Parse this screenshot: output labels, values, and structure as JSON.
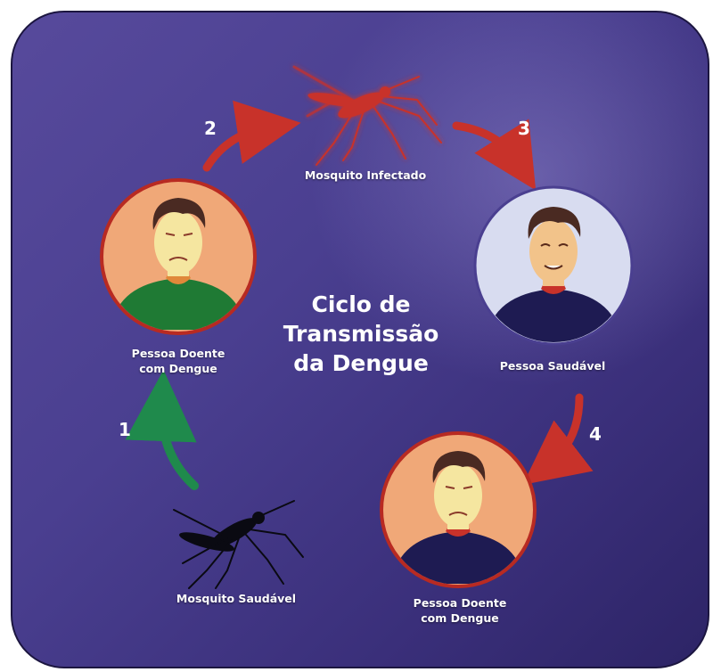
{
  "title": {
    "line1": "Ciclo de",
    "line2": "Transmissão",
    "line3": "da Dengue"
  },
  "nodes": {
    "infected_mosquito": {
      "label": "Mosquito Infectado"
    },
    "sick_person_left": {
      "line1": "Pessoa Doente",
      "line2": "com Dengue"
    },
    "healthy_person": {
      "label": "Pessoa Saudável"
    },
    "sick_person_bottom": {
      "line1": "Pessoa Doente",
      "line2": "com Dengue"
    },
    "healthy_mosquito": {
      "label": "Mosquito Saudável"
    }
  },
  "steps": [
    "1",
    "2",
    "3",
    "4"
  ],
  "colors": {
    "background": "#4a3f90",
    "arrow_red": "#c8322a",
    "arrow_green": "#1f8a4c",
    "sick_circle": "#f0a878",
    "healthy_circle": "#d8dcf0",
    "circle_border": "#b82a22",
    "shirt_green": "#1f7a34",
    "shirt_navy": "#1e1b52"
  }
}
